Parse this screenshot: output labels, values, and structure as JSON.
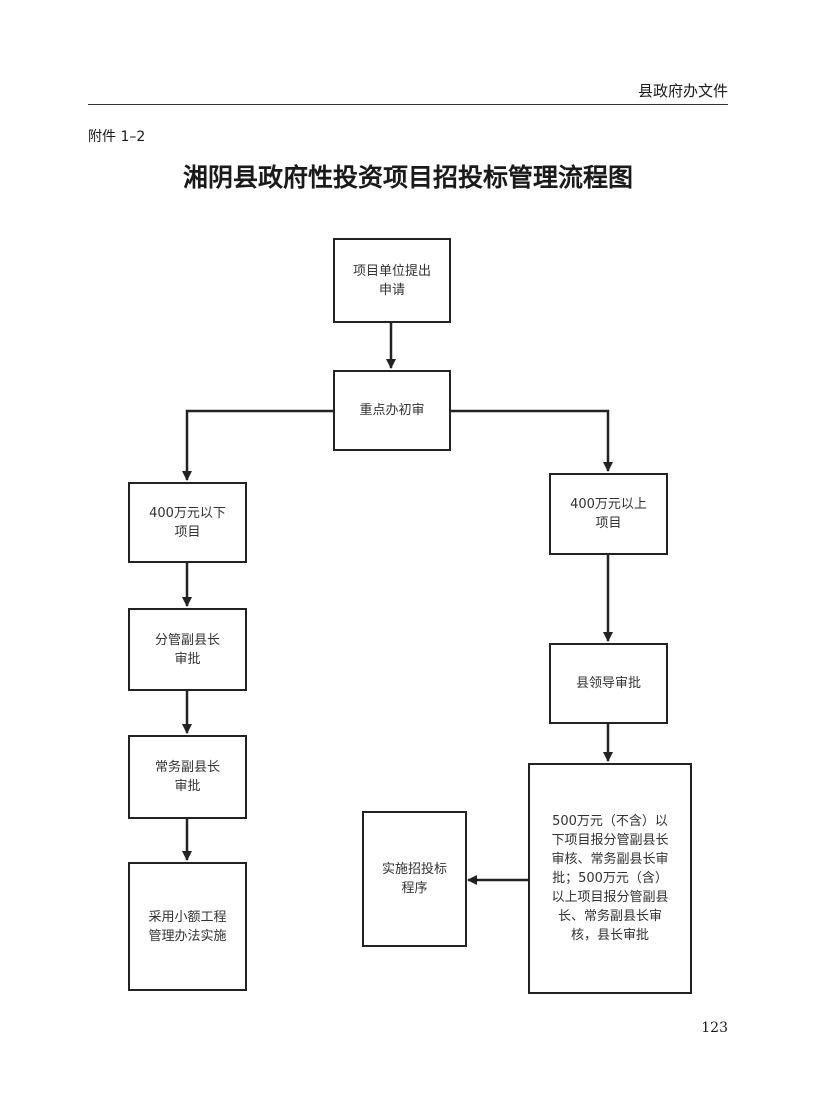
{
  "header": {
    "running_title": "县政府办文件",
    "attachment_label": "附件 1–2",
    "title": "湘阴县政府性投资项目招投标管理流程图"
  },
  "flowchart": {
    "apply": [
      "项目单位提出",
      "申请"
    ],
    "initial_review": [
      "重点办初审"
    ],
    "below_400": [
      "400万元以下",
      "项目"
    ],
    "vice_magistrate_review": [
      "分管副县长",
      "审批"
    ],
    "executive_vice_review": [
      "常务副县长",
      "审批"
    ],
    "small_project_method": [
      "采用小额工程",
      "管理办法实施"
    ],
    "above_400": [
      "400万元以上",
      "项目"
    ],
    "county_leader_review": [
      "县领导审批"
    ],
    "approval_rules": [
      "500万元（不含）以",
      "下项目报分管副县长",
      "审核、常务副县长审",
      "批；500万元（含）",
      "以上项目报分管副县",
      "长、常务副县长审",
      "核，县长审批"
    ],
    "tendering": [
      "实施招投标",
      "程序"
    ]
  },
  "footer": {
    "page_number": "123"
  }
}
